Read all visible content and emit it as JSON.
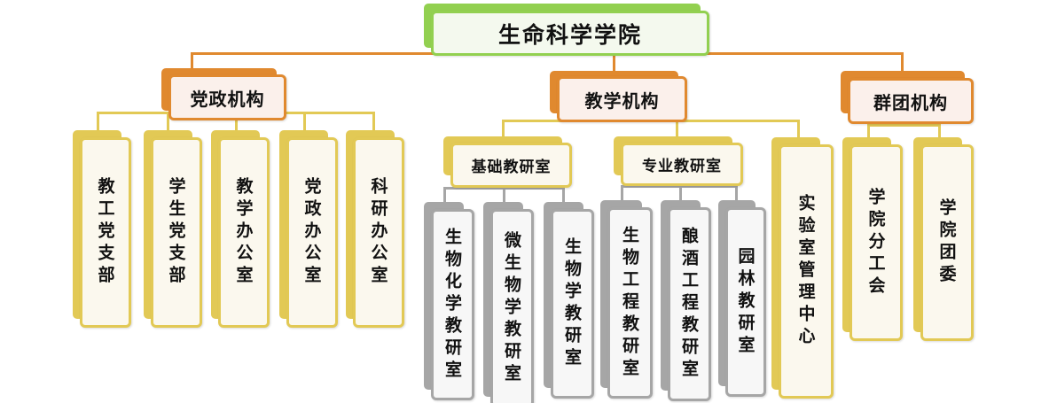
{
  "root": {
    "label": "生命科学学院"
  },
  "branches": {
    "party": {
      "label": "党政机构",
      "children": [
        "教工党支部",
        "学生党支部",
        "教学办公室",
        "党政办公室",
        "科研办公室"
      ]
    },
    "teaching": {
      "label": "教学机构",
      "basic": {
        "label": "基础教研室",
        "children": [
          "生物化学教研室",
          "微生物学教研室",
          "生物学教研室"
        ]
      },
      "professional": {
        "label": "专业教研室",
        "children": [
          "生物工程教研室",
          "酿酒工程教研室",
          "园林教研室"
        ]
      },
      "lab": {
        "label": "实验室管理中心"
      }
    },
    "groups": {
      "label": "群团机构",
      "children": [
        "学院分工会",
        "学院团委"
      ]
    }
  },
  "colors": {
    "root": "#92d050",
    "level1": "#e0892f",
    "level2": "#e2c955",
    "level3": "#a6a6a6"
  }
}
